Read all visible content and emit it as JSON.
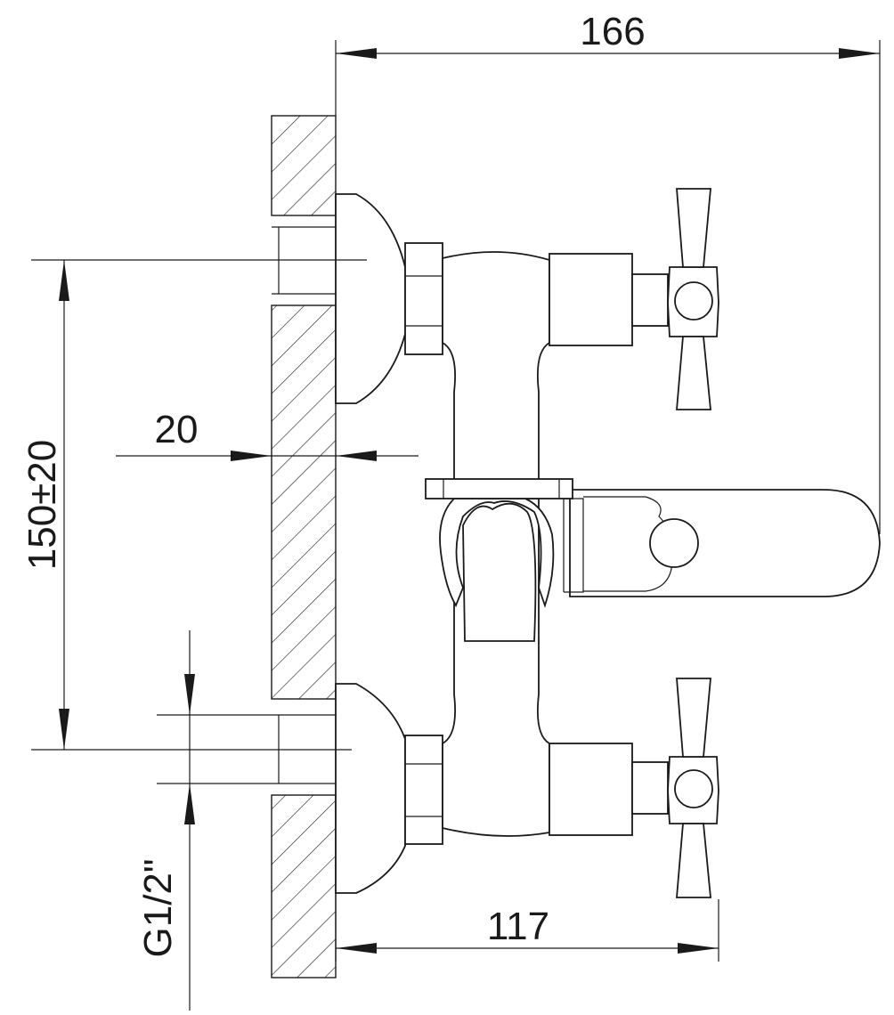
{
  "dimensions": {
    "overall_depth": "166",
    "handle_center_depth": "117",
    "wall_thickness": "20",
    "inlet_spacing": "150±20",
    "thread_size": "G1/2\""
  },
  "colors": {
    "line": "#1a1a1a",
    "background": "#ffffff"
  }
}
